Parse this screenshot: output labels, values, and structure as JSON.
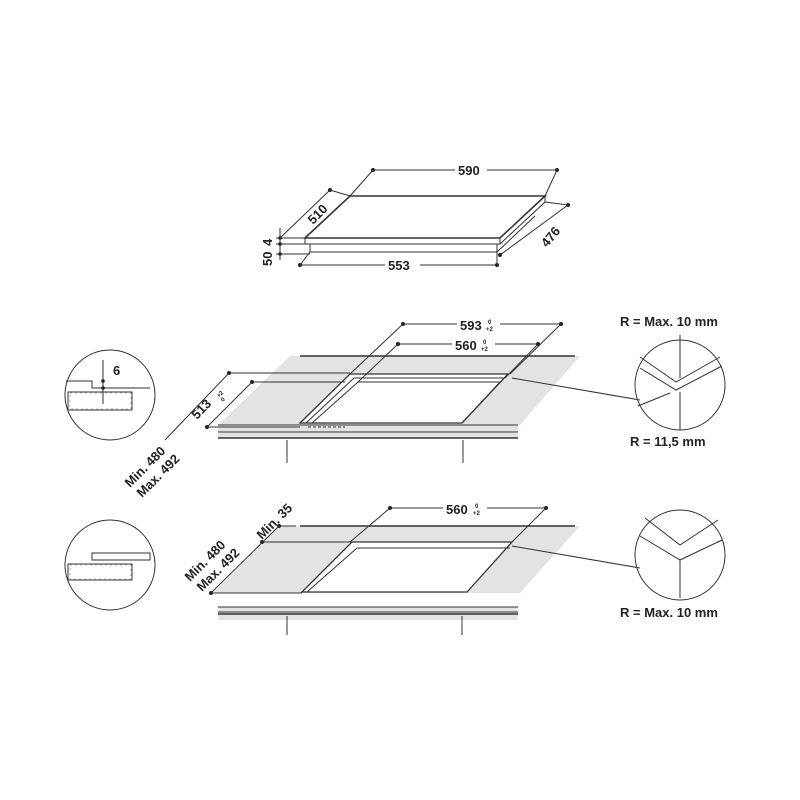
{
  "hob": {
    "width": "590",
    "depth": "510",
    "thickness_top": "4",
    "height": "50",
    "bottom_width": "553",
    "bottom_depth": "476"
  },
  "flush_mount": {
    "outer_width": "593",
    "outer_width_tol_upper": "0",
    "outer_width_tol_lower": "+2",
    "inner_width": "560",
    "inner_width_tol_upper": "0",
    "inner_width_tol_lower": "+2",
    "outer_depth": "513",
    "outer_depth_tol_upper": "+2",
    "outer_depth_tol_lower": "0",
    "depth_min": "Min. 480",
    "depth_max": "Max. 492",
    "rebate_depth": "6",
    "corner_outer_radius": "R = Max. 10 mm",
    "corner_inner_radius": "R = 11,5 mm"
  },
  "standard_mount": {
    "width": "560",
    "width_tol_upper": "0",
    "width_tol_lower": "+2",
    "depth_min": "Min. 480",
    "depth_max": "Max. 492",
    "back_clearance": "Min. 35",
    "corner_radius": "R = Max. 10 mm"
  }
}
